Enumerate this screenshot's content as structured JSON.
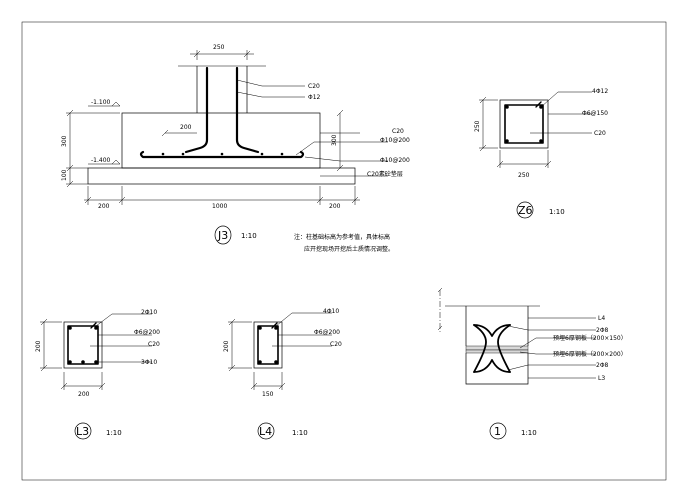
{
  "j3": {
    "dim_top": "250",
    "leader_c20_top": "C20",
    "leader_phi12": "Φ12",
    "dim_200_inner": "200",
    "right_c20": "C20",
    "right_phi10a": "Φ10@200",
    "right_phi10b": "Φ10@200",
    "right_c20_cushion": "C20素砼垫层",
    "level_top": "-1.100",
    "level_bottom": "-1.400",
    "dim_left_300": "300",
    "dim_left_100": "100",
    "dim_right_300": "300",
    "dim_bottom": [
      "200",
      "1000",
      "200"
    ],
    "label": "J3",
    "scale": "1:10",
    "note_line1": "注：柱基础标高为参考值，具体标高",
    "note_line2": "应开挖现场开挖后土质情况调整。"
  },
  "z6": {
    "bars": "4Φ12",
    "stirrup": "Φ6@150",
    "concrete": "C20",
    "dim_side": "250",
    "dim_bottom": "250",
    "label": "Z6",
    "scale": "1:10"
  },
  "l3": {
    "top_bars": "2Φ10",
    "stirrup": "Φ6@200",
    "concrete": "C20",
    "bottom_bars": "3Φ10",
    "dim_side": "200",
    "dim_bottom": "200",
    "label": "L3",
    "scale": "1:10"
  },
  "l4": {
    "bars": "4Φ10",
    "stirrup": "Φ6@200",
    "concrete": "C20",
    "dim_side": "200",
    "dim_bottom": "150",
    "label": "L4",
    "scale": "1:10"
  },
  "detail1": {
    "l4": "L4",
    "bars_top": "2Φ8",
    "plate_top": "预埋6厚钢板（200×150）",
    "plate_bottom": "预埋6厚钢板（200×200）",
    "bars_bottom": "2Φ8",
    "l3": "L3",
    "label": "1",
    "scale": "1:10"
  }
}
